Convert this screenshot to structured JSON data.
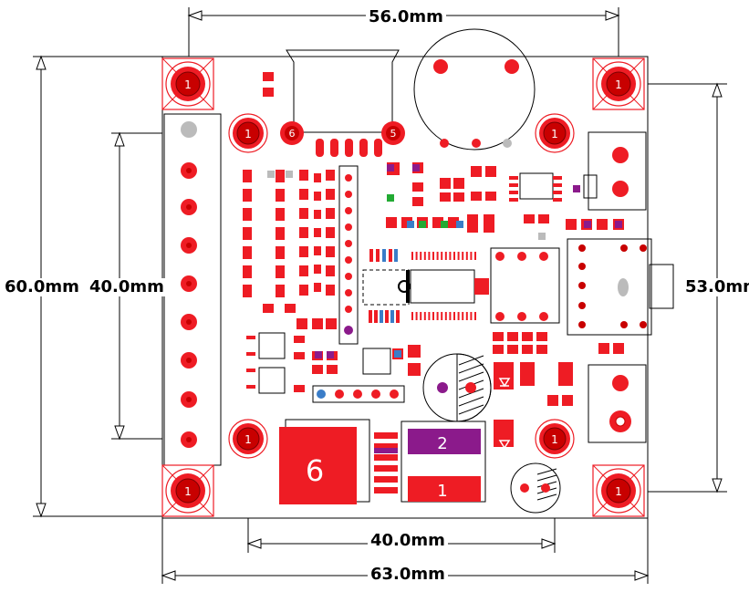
{
  "dimensions": {
    "top": "56.0mm",
    "left_outer": "60.0mm",
    "left_inner": "40.0mm",
    "right": "53.0mm",
    "bottom_inner": "40.0mm",
    "bottom_outer": "63.0mm"
  },
  "pad_labels": {
    "mount": "1",
    "usb_left": "6",
    "usb_right": "5"
  },
  "components": {
    "regulator_label": "6",
    "cap_top_label": "2",
    "cap_bottom_label": "1"
  },
  "colors": {
    "copper": "#ee1c24",
    "dark_copper": "#c80000",
    "outline": "#000000",
    "silk_purple": "#8b1a8b",
    "blue": "#3a7dc8",
    "green": "#22aa33",
    "gray": "#bbbbbb"
  }
}
